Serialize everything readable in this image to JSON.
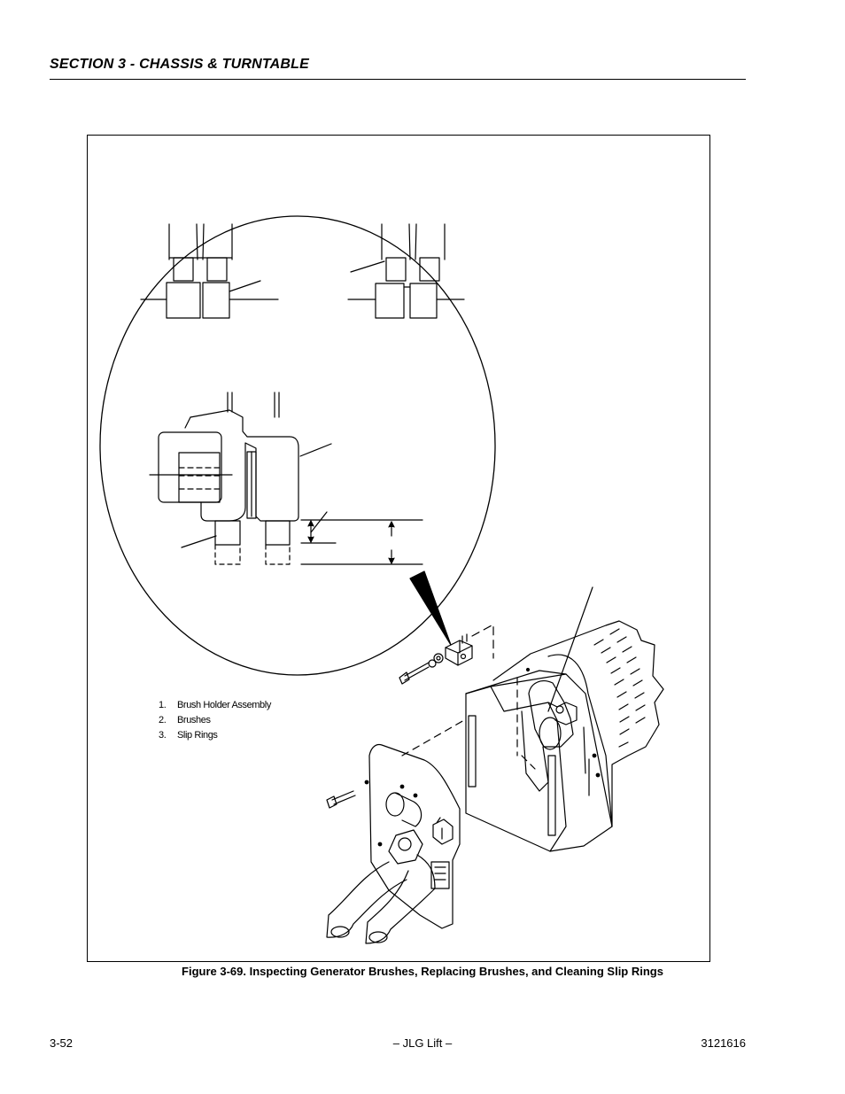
{
  "header": {
    "section_title": "SECTION 3 - CHASSIS & TURNTABLE"
  },
  "figure": {
    "legend": [
      {
        "number": "1.",
        "label": "Brush Holder Assembly"
      },
      {
        "number": "2.",
        "label": "Brushes"
      },
      {
        "number": "3.",
        "label": "Slip Rings"
      }
    ],
    "caption": "Figure 3-69.  Inspecting Generator Brushes, Replacing Brushes, and Cleaning Slip Rings"
  },
  "footer": {
    "page_number": "3-52",
    "brand": "– JLG Lift –",
    "document_number": "3121616"
  }
}
